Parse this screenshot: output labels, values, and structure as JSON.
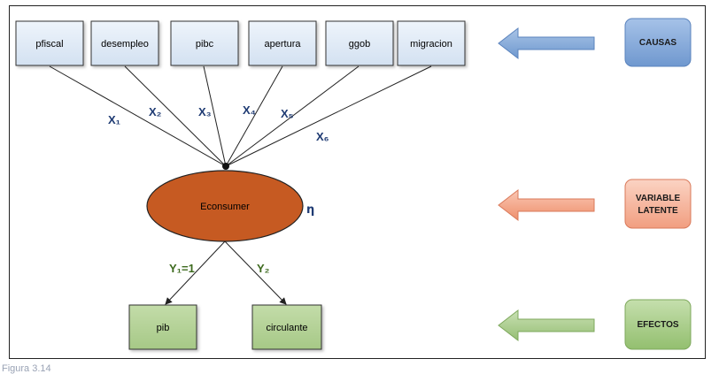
{
  "causes": [
    "pfiscal",
    "desempleo",
    "pibc",
    "apertura",
    "ggob",
    "migracion"
  ],
  "cause_weights": [
    "X₁",
    "X₂",
    "X₃",
    "X₄",
    "X₅",
    "X₆"
  ],
  "latent": {
    "label": "Econsumer",
    "symbol": "η"
  },
  "effects": [
    "pib",
    "circulante"
  ],
  "effect_weights": [
    "Y₁=1",
    "Y₂"
  ],
  "legend": {
    "causas": "CAUSAS",
    "variable_latente": [
      "VARIABLE",
      "LATENTE"
    ],
    "efectos": "EFECTOS"
  },
  "caption": "Figura 3.14",
  "colors": {
    "cause_fill": "#dde9f6",
    "latent_fill": "#c65a22",
    "effect_fill": "#b6d39a",
    "causas_box": "#86abdb",
    "latente_box": "#f6b39a",
    "efectos_box": "#acd08f",
    "weight_text": "#1f3b73"
  }
}
